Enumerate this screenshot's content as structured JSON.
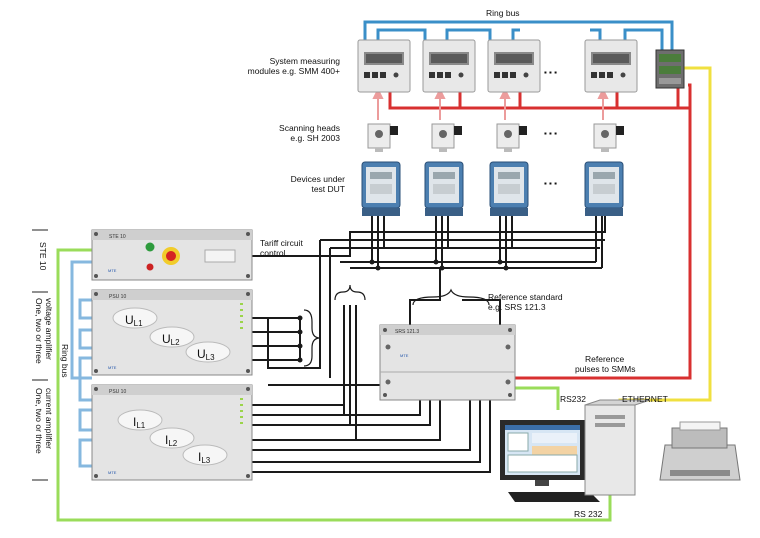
{
  "labels": {
    "ring_bus_top": "Ring bus",
    "smm_line1": "System measuring",
    "smm_line2": "modules e.g. SMM 400+",
    "sh_line1": "Scanning heads",
    "sh_line2": "e.g. SH 2003",
    "dut_line1": "Devices under",
    "dut_line2": "test DUT",
    "tariff_line1": "Tariff circuit",
    "tariff_line2": "control",
    "refstd_line1": "Reference standard",
    "refstd_line2": "e.g. SRS 121.3",
    "refpulse_line1": "Reference",
    "refpulse_line2": "pulses to SMMs",
    "rs232_upper": "RS232",
    "ethernet": "ETHERNET",
    "rs232_lower": "RS 232",
    "ring_bus_side": "Ring bus",
    "ste10_side": "STE 10",
    "voltage_side_1": "One, two or three",
    "voltage_side_2": "voltage amplifier",
    "current_side_1": "One, two or three",
    "current_side_2": "current amplifier",
    "ellipsis": "▪ ▪ ▪"
  },
  "devices": {
    "ste10": "STE 10",
    "psu10_voltage": "PSU 10",
    "psu10_current": "PSU 10",
    "srs_panel": "SRS 121.3",
    "brand": "MTE"
  },
  "phases": {
    "u1": "U",
    "u1_sub": "L1",
    "u2": "U",
    "u2_sub": "L2",
    "u3": "U",
    "u3_sub": "L3",
    "i1": "I",
    "i1_sub": "L1",
    "i2": "I",
    "i2_sub": "L2",
    "i3": "I",
    "i3_sub": "L3"
  },
  "colors": {
    "ring_bus_blue": "#3a8fc8",
    "pulse_red": "#d83030",
    "ethernet_yellow": "#f0e040",
    "rs232_green": "#9adc5a",
    "phase_cable_light_blue": "#86b8df",
    "cable_black": "#1a1a1a",
    "device_body": "#e6e6e6"
  }
}
